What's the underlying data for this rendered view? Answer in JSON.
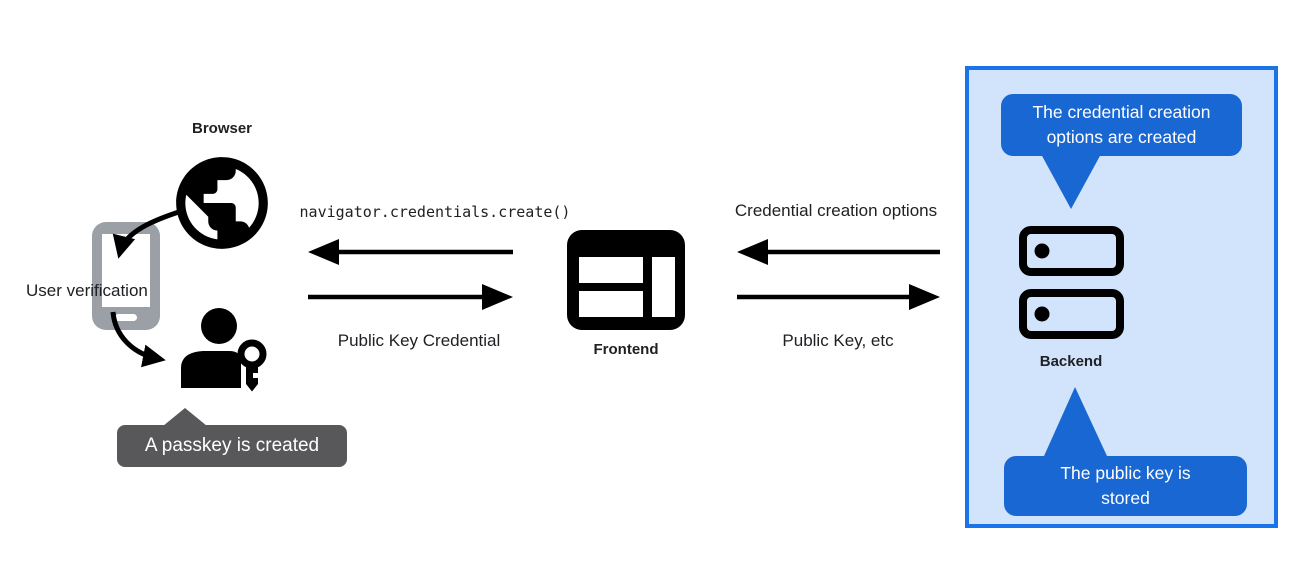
{
  "left_group": {
    "browser_label": "Browser",
    "user_verification_label": "User verification",
    "passkey_tooltip_text": "A passkey is created"
  },
  "frontend_group": {
    "label": "Frontend",
    "request_arrow_label": "navigator.credentials.create()",
    "response_arrow_label": "Public Key Credential"
  },
  "backend_exchange": {
    "request_arrow_label": "Credential creation options",
    "response_arrow_label": "Public Key, etc"
  },
  "backend_group": {
    "label": "Backend",
    "top_bubble_text": "The credential creation options are created",
    "bottom_bubble_text": "The public key is stored"
  },
  "colors": {
    "bubble_blue": "#1967d2",
    "box_border_blue": "#1a73e8",
    "box_background": "#d2e3fc",
    "tooltip_gray": "#58585b",
    "phone_gray": "#9aa0a6",
    "icon_black": "#000000"
  }
}
